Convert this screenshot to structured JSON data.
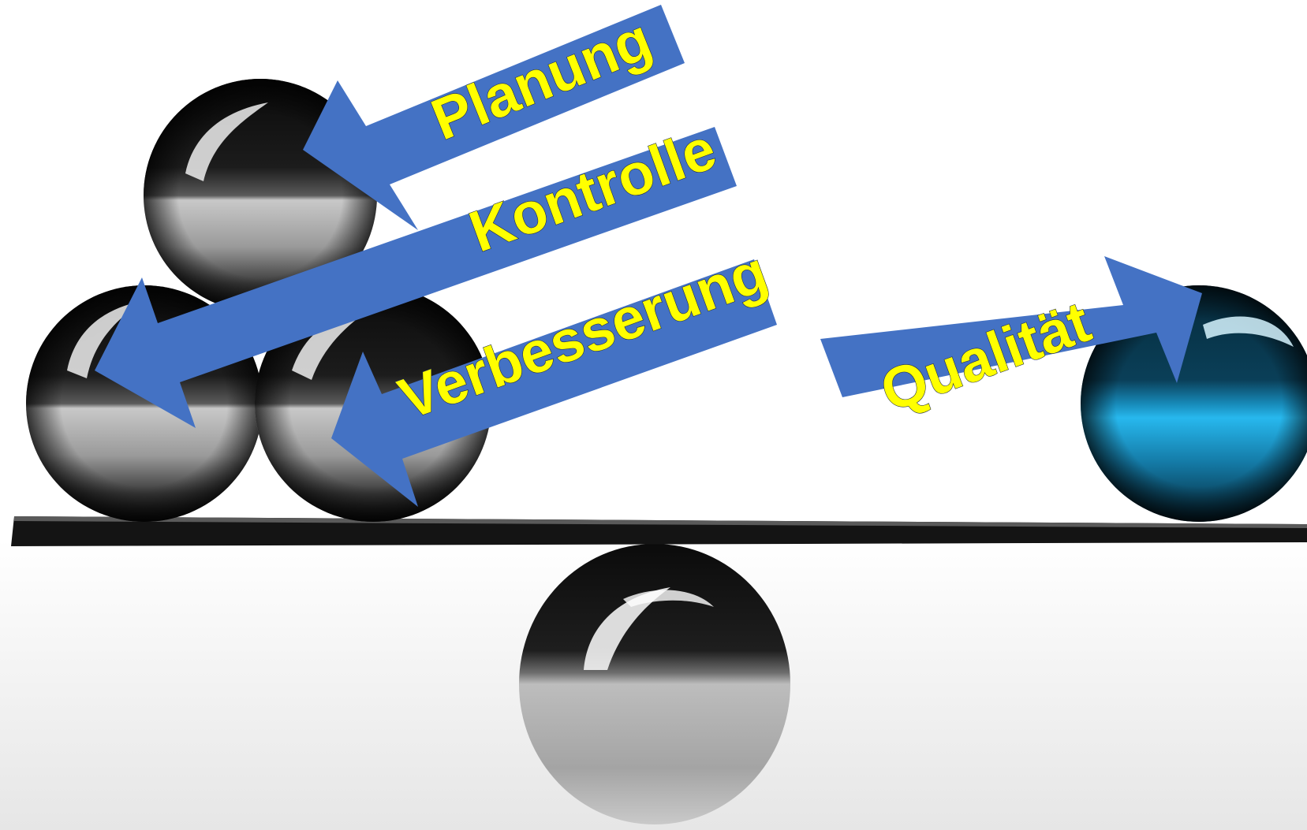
{
  "colors": {
    "arrow_fill": "#4472c4",
    "label_text": "#ffff00",
    "ball_blue": "#1aa3d9",
    "beam": "#1a1a1a"
  },
  "arrows": {
    "planung": {
      "label": "Planung"
    },
    "kontrolle": {
      "label": "Kontrolle"
    },
    "verbesserung": {
      "label": "Verbesserung"
    },
    "qualitaet": {
      "label": "Qualität"
    }
  }
}
